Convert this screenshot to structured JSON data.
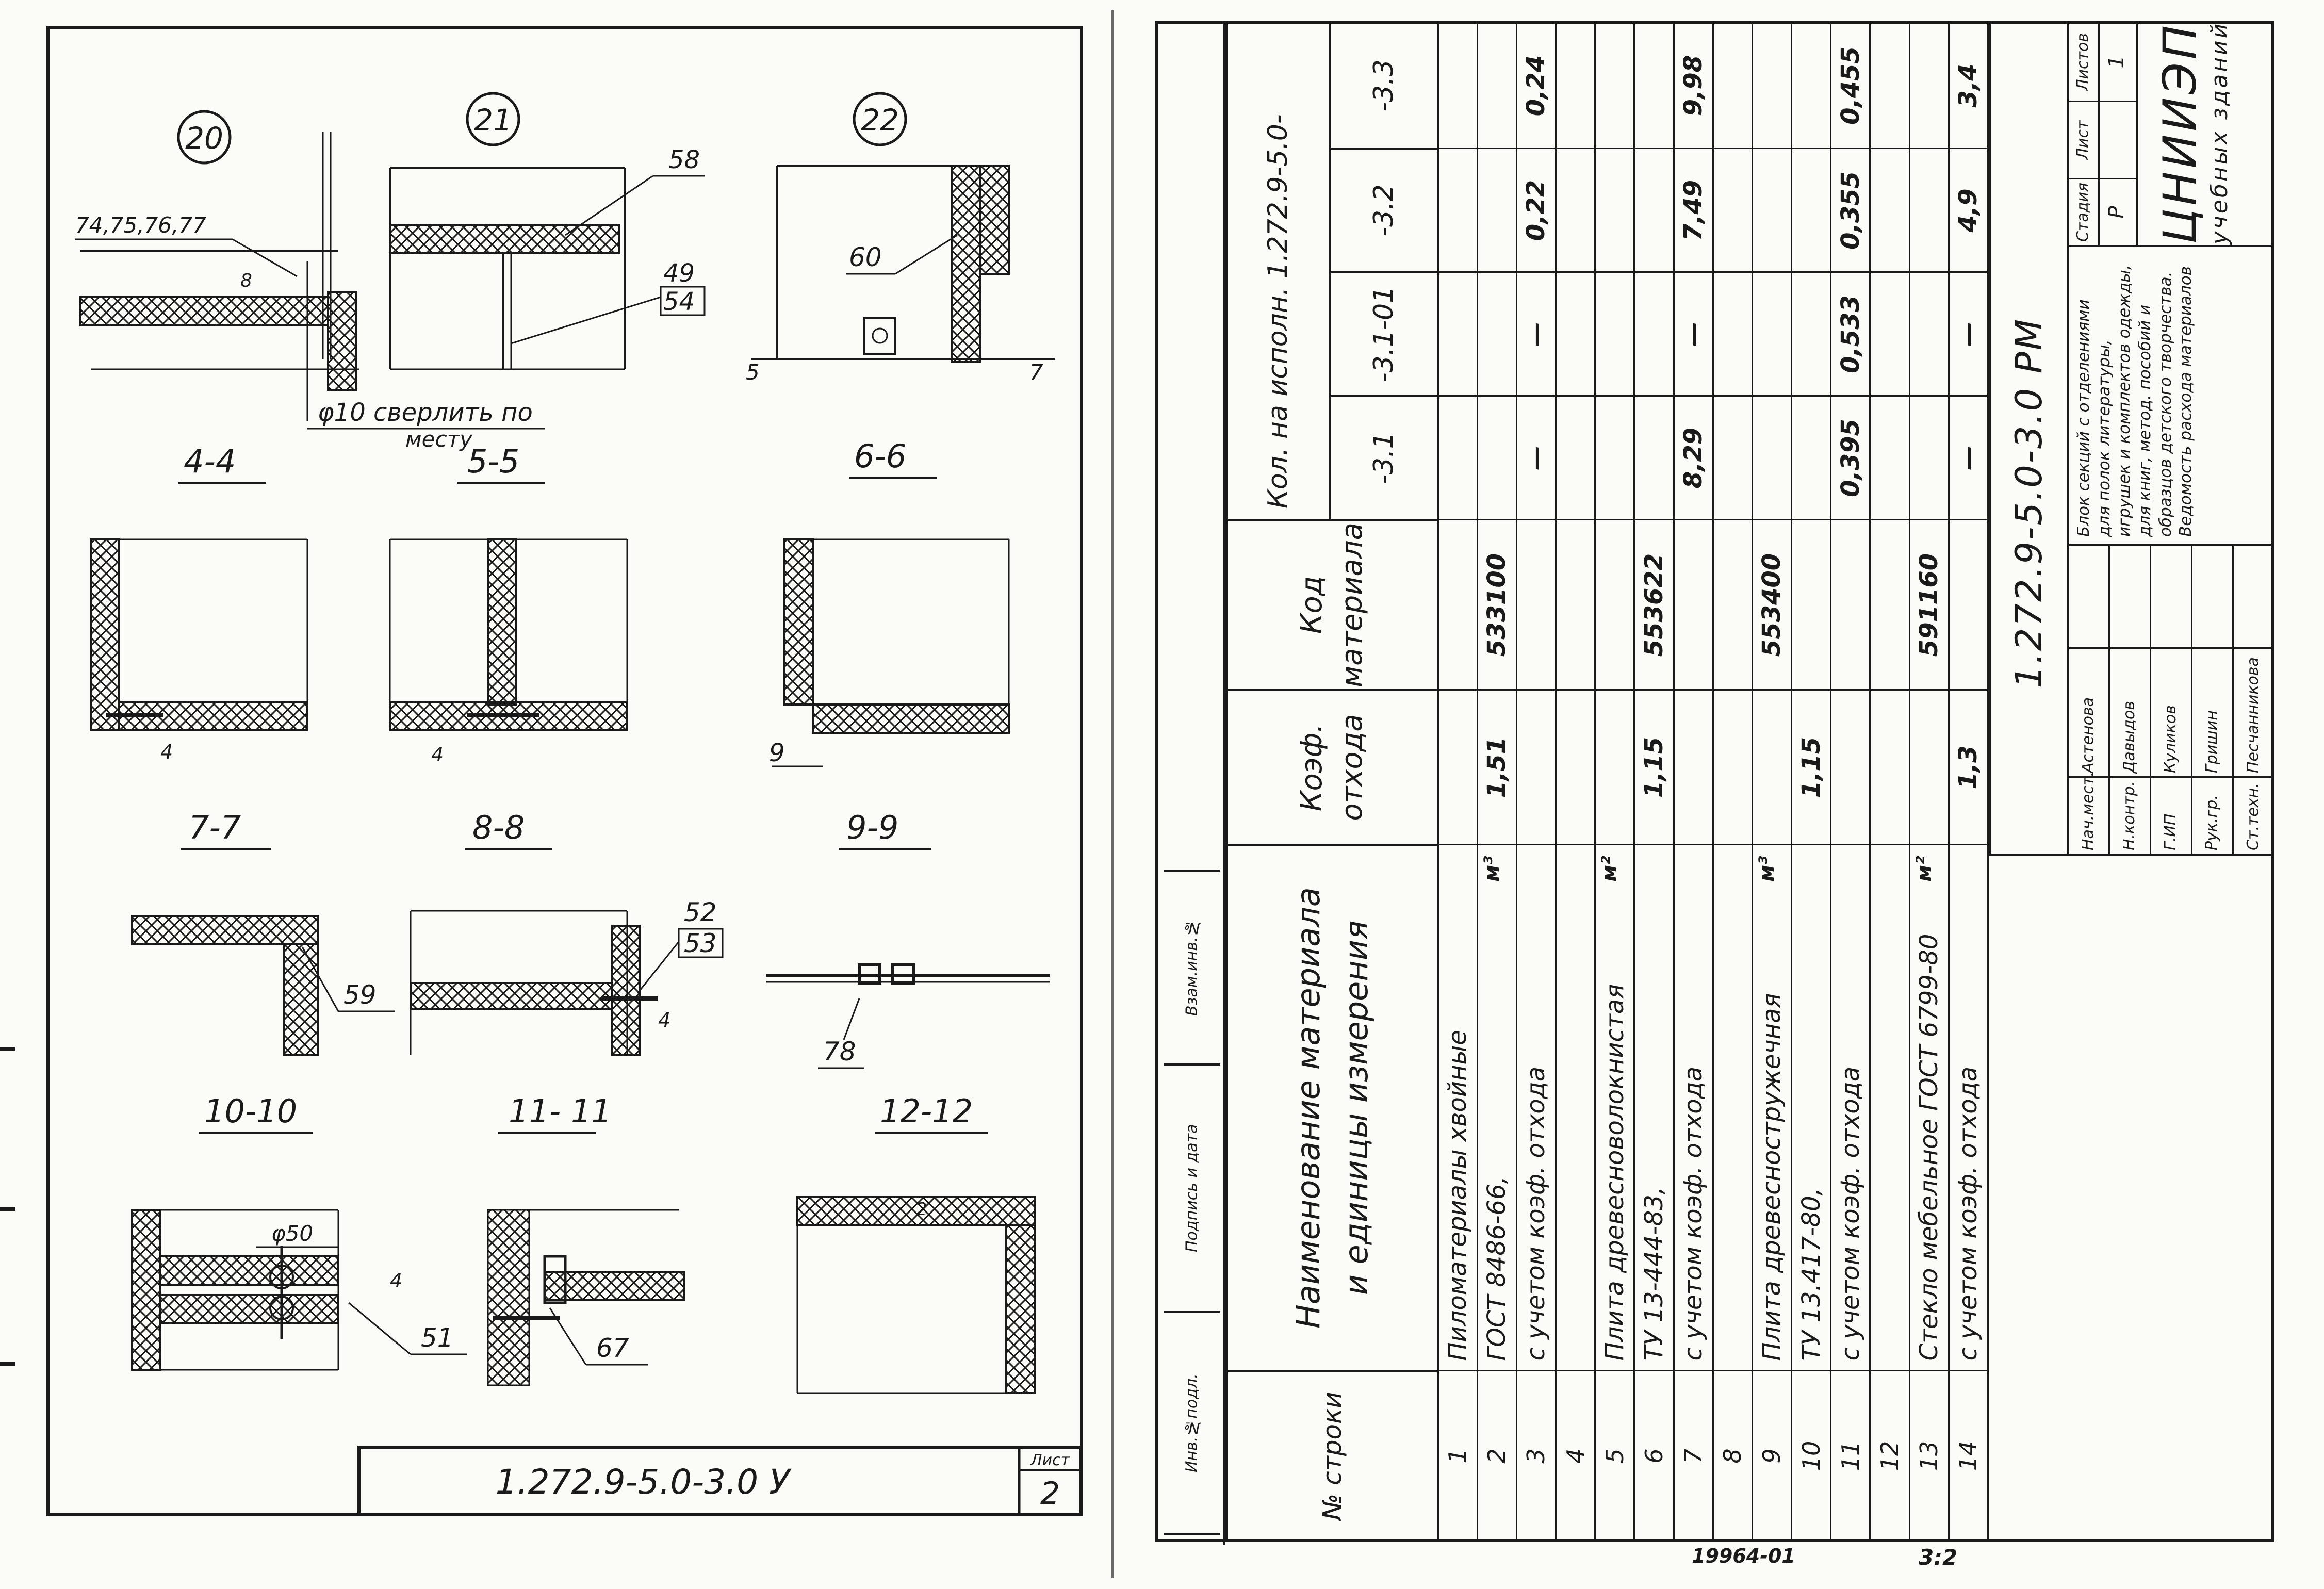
{
  "left_sheet": {
    "callouts": [
      "20",
      "21",
      "22"
    ],
    "sections": [
      "4-4",
      "5-5",
      "6-6",
      "7-7",
      "8-8",
      "9-9",
      "10-10",
      "11- 11",
      "12-12"
    ],
    "labels": {
      "pos_74": "74,75,76,77",
      "dim_8": "8",
      "drill_note_1": "φ10 сверлить по",
      "drill_note_2": "месту",
      "pos_58": "58",
      "pos_49": "49",
      "pos_54": "54",
      "pos_60": "60",
      "dim_5": "5",
      "dim_7": "7",
      "dim_4a": "4",
      "dim_4b": "4",
      "dim_9": "9",
      "pos_59": "59",
      "pos_52": "52",
      "pos_53": "53",
      "dim_4c": "4",
      "pos_78": "78",
      "dim_50": "φ50",
      "dim_4d": "4",
      "pos_51": "51",
      "pos_67": "67",
      "dim_2": "2"
    },
    "title_block": {
      "code": "1.272.9-5.0-3.0 У",
      "sheet_label": "Лист",
      "sheet_no": "2"
    }
  },
  "right_sheet": {
    "side_strip": [
      "Инв.№подл.",
      "Подпись и дата",
      "Взам.инв.№"
    ],
    "table": {
      "col_headers": {
        "no": "№ строки",
        "name_1": "Наименование материала",
        "name_2": "и единицы измерения",
        "coef_1": "Коэф.",
        "coef_2": "отхода",
        "code_1": "Код",
        "code_2": "материала",
        "qty_title": "Кол. на исполн. 1.272.9-5.0-",
        "variants": [
          "-3.1",
          "-3.1-01",
          "-3.2",
          "-3.3"
        ]
      },
      "rows": [
        {
          "no": "1",
          "name": "Пиломатериалы хвойные",
          "unit": "",
          "coef": "",
          "code": "",
          "v": [
            "",
            "",
            "",
            ""
          ]
        },
        {
          "no": "2",
          "name": "ГОСТ 8486-66,",
          "unit": "м³",
          "coef": "1,51",
          "code": "533100",
          "v": [
            "",
            "",
            "",
            ""
          ]
        },
        {
          "no": "3",
          "name": "с учетом коэф. отхода",
          "unit": "",
          "coef": "",
          "code": "",
          "v": [
            "—",
            "—",
            "0,22",
            "0,24"
          ]
        },
        {
          "no": "4",
          "name": "",
          "unit": "",
          "coef": "",
          "code": "",
          "v": [
            "",
            "",
            "",
            ""
          ]
        },
        {
          "no": "5",
          "name": "Плита древесноволокнистая",
          "unit": "м²",
          "coef": "",
          "code": "",
          "v": [
            "",
            "",
            "",
            ""
          ]
        },
        {
          "no": "6",
          "name": "ТУ 13-444-83,",
          "unit": "",
          "coef": "1,15",
          "code": "553622",
          "v": [
            "",
            "",
            "",
            ""
          ]
        },
        {
          "no": "7",
          "name": "с учетом коэф. отхода",
          "unit": "",
          "coef": "",
          "code": "",
          "v": [
            "8,29",
            "—",
            "7,49",
            "9,98"
          ]
        },
        {
          "no": "8",
          "name": "",
          "unit": "",
          "coef": "",
          "code": "",
          "v": [
            "",
            "",
            "",
            ""
          ]
        },
        {
          "no": "9",
          "name": "Плита древесностружечная",
          "unit": "м³",
          "coef": "",
          "code": "553400",
          "v": [
            "",
            "",
            "",
            ""
          ]
        },
        {
          "no": "10",
          "name": "ТУ 13.417-80,",
          "unit": "",
          "coef": "1,15",
          "code": "",
          "v": [
            "",
            "",
            "",
            ""
          ]
        },
        {
          "no": "11",
          "name": "с учетом коэф. отхода",
          "unit": "",
          "coef": "",
          "code": "",
          "v": [
            "0,395",
            "0,533",
            "0,355",
            "0,455"
          ]
        },
        {
          "no": "12",
          "name": "",
          "unit": "",
          "coef": "",
          "code": "",
          "v": [
            "",
            "",
            "",
            ""
          ]
        },
        {
          "no": "13",
          "name": "Стекло мебельное ГОСТ 6799-80",
          "unit": "м²",
          "coef": "",
          "code": "591160",
          "v": [
            "",
            "",
            "",
            ""
          ]
        },
        {
          "no": "14",
          "name": "с учетом коэф. отхода",
          "unit": "",
          "coef": "1,3",
          "code": "",
          "v": [
            "—",
            "—",
            "4,9",
            "3,4"
          ]
        }
      ]
    },
    "stamp": {
      "code": "1.272.9-5.0-3.0 РМ",
      "description": [
        "Блок секций с отделениями",
        "для полок литературы,",
        "игрушек и комплектов одежды,",
        "для книг, метод. пособий и",
        "образцов детского творчества.",
        "Ведомость расхода материалов"
      ],
      "stage_label": "Стадия",
      "sheet_label": "Лист",
      "sheets_label": "Листов",
      "stage": "Р",
      "sheets": "1",
      "org_1": "ЦНИИЭП",
      "org_2": "учебных зданий",
      "signers": [
        {
          "role": "Нач.мест.",
          "name": "Астенова"
        },
        {
          "role": "Н.контр.",
          "name": "Давыдов"
        },
        {
          "role": "Г.ИП",
          "name": "Куликов"
        },
        {
          "role": "Рук.гр.",
          "name": "Гришин"
        },
        {
          "role": "Ст.техн.",
          "name": "Песчанникова"
        }
      ]
    }
  },
  "footer": {
    "archive_no": "19964-01",
    "page": "3:2"
  }
}
